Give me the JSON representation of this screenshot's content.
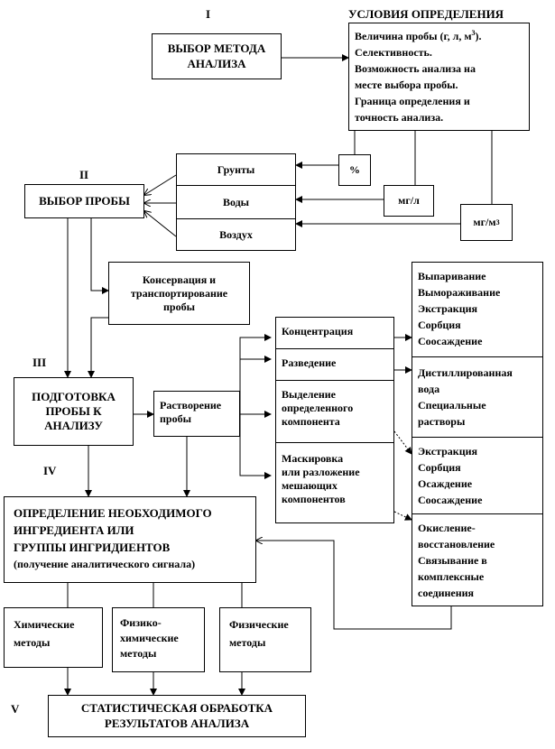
{
  "stages": {
    "stage1": "I",
    "stage2": "II",
    "stage3": "III",
    "stage4": "IV",
    "stage5": "V"
  },
  "conditions_title": "УСЛОВИЯ ОПРЕДЕЛЕНИЯ",
  "method_choice": [
    "ВЫБОР МЕТОДА",
    "АНАЛИЗА"
  ],
  "conditions": {
    "line1": "Величина пробы (г, л, м",
    "line1_sup": "3",
    "line1_end": ").",
    "line2": "Селективность.",
    "line3": "Возможность анализа на",
    "line4": "месте выбора пробы.",
    "line5": "Граница определения и",
    "line6": "точность анализа."
  },
  "units": {
    "percent": "%",
    "mgl": "мг/л",
    "mgm3_base": "мг/м",
    "mgm3_sup": "3"
  },
  "sample_types": [
    "Грунты",
    "Воды",
    "Воздух"
  ],
  "sample_choice": "ВЫБОР ПРОБЫ",
  "conservation": [
    "Консервация и",
    "транспортирование",
    "пробы"
  ],
  "preparation": [
    "ПОДГОТОВКА",
    "ПРОБЫ К",
    "АНАЛИЗУ"
  ],
  "dissolution": [
    "Растворение",
    "пробы"
  ],
  "operations": {
    "concentration": "Концентрация",
    "dilution": "Разведение",
    "isolation": [
      "Выделение",
      "определенного",
      "компонента"
    ],
    "masking": [
      "Маскировка",
      "или разложение",
      "мешающих",
      "компонентов"
    ]
  },
  "methods_right": {
    "conc_methods": [
      "Выпаривание",
      "Вымораживание",
      "Экстракция",
      "Сорбция",
      "Соосаждение"
    ],
    "dil_methods": [
      "Дистиллированная",
      "вода",
      "Специальные",
      "растворы"
    ],
    "isol_methods": [
      "Экстракция",
      "Сорбция",
      "Осаждение",
      "Соосаждение"
    ],
    "mask_methods": [
      "Окисление-",
      "восстановление",
      "Связывание в",
      "комплексные",
      "соединения"
    ]
  },
  "determination": {
    "line1": "ОПРЕДЕЛЕНИЕ  НЕОБХОДИМОГО",
    "line2": "ИНГРЕДИЕНТА  ИЛИ",
    "line3": "ГРУППЫ ИНГРИДИЕНТОВ",
    "line4": "(получение аналитического сигнала)"
  },
  "method_types": {
    "chemical": [
      "Химические",
      "методы"
    ],
    "physchem": [
      "Физико-",
      "химические",
      "методы"
    ],
    "physical": [
      "Физические",
      "методы"
    ]
  },
  "statistics": [
    "СТАТИСТИЧЕСКАЯ  ОБРАБОТКА",
    "РЕЗУЛЬТАТОВ  АНАЛИЗА"
  ]
}
